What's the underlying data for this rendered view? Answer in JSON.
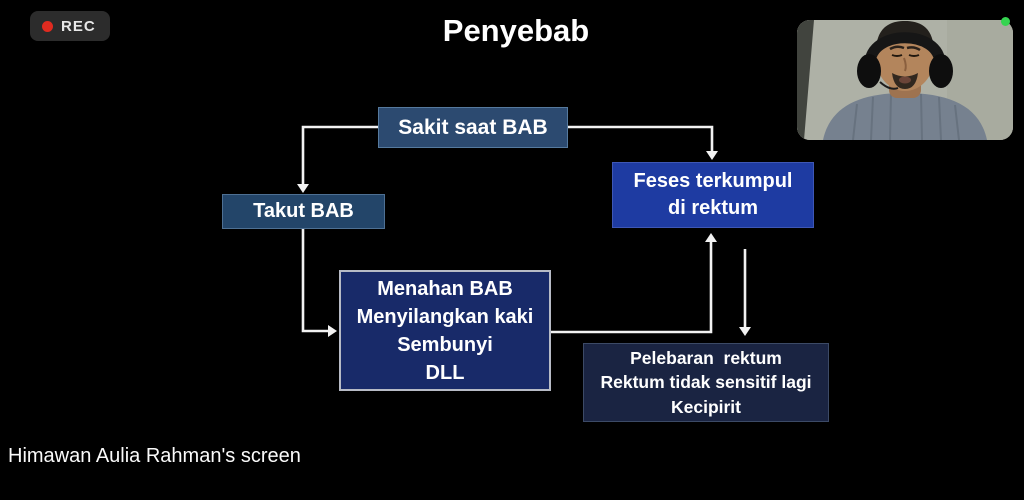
{
  "meeting": {
    "rec_label": "REC",
    "share_label": "Himawan Aulia Rahman's screen",
    "icons": {
      "rec_dot_icon": "red recording dot",
      "speaker_dot_icon": "green active-speaker dot",
      "webcam_avatar": "man wearing headphones in front of light wall"
    }
  },
  "slide": {
    "title": "Penyebab",
    "boxes": [
      {
        "id": "sakit",
        "lines": [
          "Sakit saat BAB"
        ]
      },
      {
        "id": "takut",
        "lines": [
          "Takut BAB"
        ]
      },
      {
        "id": "feses",
        "lines": [
          "Feses terkumpul",
          "di rektum"
        ]
      },
      {
        "id": "menahan",
        "lines": [
          "Menahan BAB",
          "Menyilangkan kaki",
          "Sembunyi",
          "DLL"
        ]
      },
      {
        "id": "pelebaran",
        "lines": [
          "Pelebaran  rektum",
          "Rektum tidak sensitif lagi",
          "Kecipirit"
        ]
      }
    ],
    "edges": [
      {
        "from": "sakit",
        "to": "takut"
      },
      {
        "from": "sakit",
        "to": "feses"
      },
      {
        "from": "takut",
        "to": "menahan"
      },
      {
        "from": "menahan",
        "to": "feses"
      },
      {
        "from": "feses",
        "to": "pelebaran"
      }
    ]
  },
  "colors": {
    "rec-badge-bg": "#2c2c2c",
    "rec-dot": "#e02b20",
    "speaker-dot": "#35d450",
    "box-sakit-bg": "#2c4a70",
    "box-takut-bg": "#234569",
    "box-feses-bg": "#1e3ba2",
    "box-menahan-bg": "#182a69",
    "box-pelebaran-bg": "#1a2442",
    "arrow": "#f2f2f2",
    "background": "#000000"
  }
}
